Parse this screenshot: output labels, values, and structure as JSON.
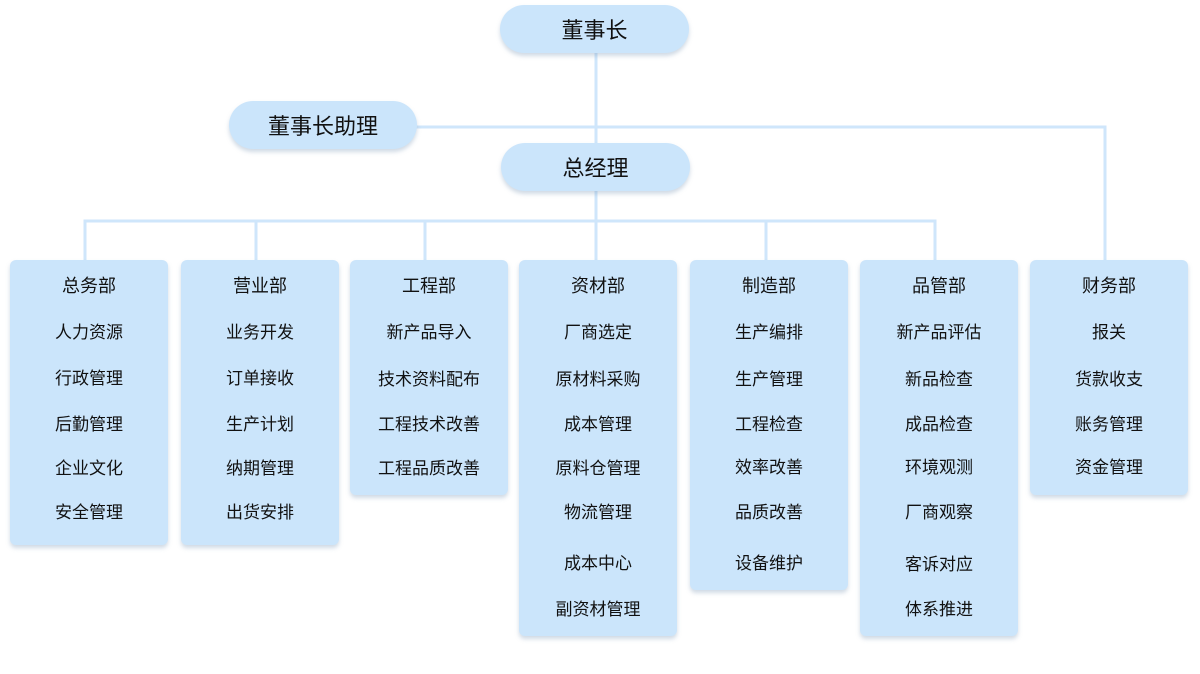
{
  "chairman": "董事长",
  "assistant": "董事长助理",
  "general_manager": "总经理",
  "departments": [
    {
      "name": "总务部",
      "items": [
        "人力资源",
        "行政管理",
        "后勤管理",
        "企业文化",
        "安全管理"
      ]
    },
    {
      "name": "营业部",
      "items": [
        "业务开发",
        "订单接收",
        "生产计划",
        "纳期管理",
        "出货安排"
      ]
    },
    {
      "name": "工程部",
      "items": [
        "新产品导入",
        "技术资料配布",
        "工程技术改善",
        "工程品质改善"
      ]
    },
    {
      "name": "资材部",
      "items": [
        "厂商选定",
        "原材料采购",
        "成本管理",
        "原料仓管理",
        "物流管理",
        "成本中心",
        "副资材管理"
      ]
    },
    {
      "name": "制造部",
      "items": [
        "生产编排",
        "生产管理",
        "工程检查",
        "效率改善",
        "品质改善",
        "设备维护"
      ]
    },
    {
      "name": "品管部",
      "items": [
        "新产品评估",
        "新品检查",
        "成品检查",
        "环境观测",
        "厂商观察",
        "客诉对应",
        "体系推进"
      ]
    },
    {
      "name": "财务部",
      "items": [
        "报关",
        "货款收支",
        "账务管理",
        "资金管理"
      ]
    }
  ],
  "colors": {
    "node_fill": "#cbe5fb",
    "connector": "#cfe6fb",
    "text": "#111111"
  }
}
